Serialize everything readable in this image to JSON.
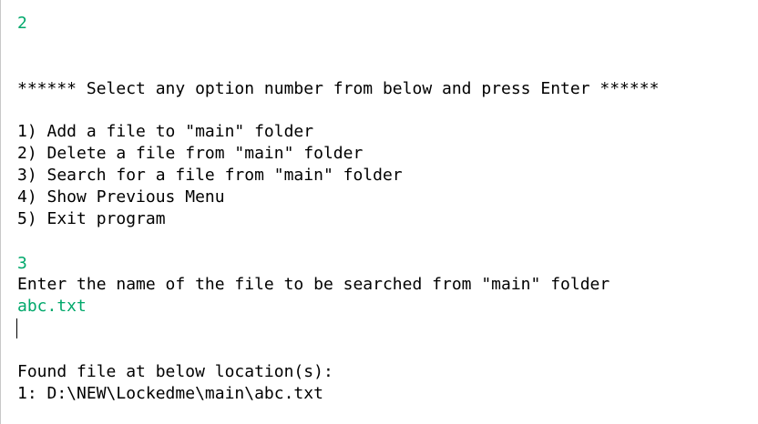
{
  "console": {
    "input_1": "2",
    "menu_header": "****** Select any option number from below and press Enter ******",
    "menu_options": [
      "1) Add a file to \"main\" folder",
      "2) Delete a file from \"main\" folder",
      "3) Search for a file from \"main\" folder",
      "4) Show Previous Menu",
      "5) Exit program"
    ],
    "input_2": "3",
    "search_prompt": "Enter the name of the file to be searched from \"main\" folder",
    "input_3": "abc.txt",
    "result_header": "Found file at below location(s):",
    "result_line": "1: D:\\NEW\\Lockedme\\main\\abc.txt"
  },
  "colors": {
    "user_input": "#00a86b",
    "output_text": "#000000",
    "background": "#ffffff"
  }
}
